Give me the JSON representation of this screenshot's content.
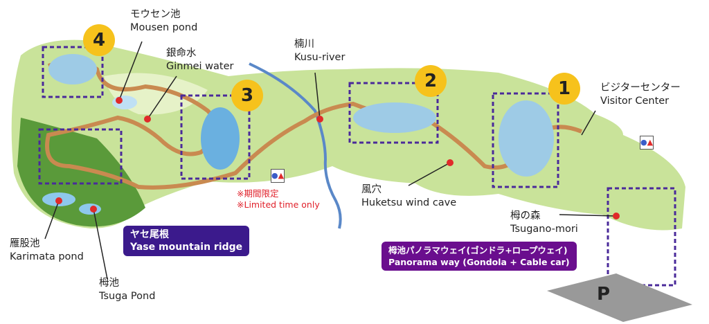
{
  "labels": {
    "mousen": {
      "ja": "モウセン池",
      "en": "Mousen pond"
    },
    "ginmei": {
      "ja": "銀命水",
      "en": "Ginmei water"
    },
    "kusu": {
      "ja": "楠川",
      "en": "Kusu-river"
    },
    "visitor": {
      "ja": "ビジターセンター",
      "en": "Visitor Center"
    },
    "huketsu": {
      "ja": "風穴",
      "en": "Huketsu wind cave"
    },
    "tsuganomori": {
      "ja": "栂の森",
      "en": "Tsugano-mori"
    },
    "karimata": {
      "ja": "雁股池",
      "en": "Karimata pond"
    },
    "tsuga": {
      "ja": "栂池",
      "en": "Tsuga Pond"
    }
  },
  "yase": {
    "ja": "ヤセ尾根",
    "en": "Yase mountain ridge"
  },
  "panorama": {
    "ja": "栂池パノラマウェイ(ゴンドラ+ロープウェイ)",
    "en": "Panorama way (Gondola + Cable car)"
  },
  "limited": {
    "ja": "※期間限定",
    "en": "※Limited time only"
  },
  "markers": [
    "1",
    "2",
    "3",
    "4"
  ],
  "parking": "P",
  "colors": {
    "yase_box": "#3b1a8c",
    "panorama_box": "#6a0e8e",
    "marker": "#f6c21c",
    "dashed": "#4a2a9a",
    "path": "#c98a50"
  }
}
